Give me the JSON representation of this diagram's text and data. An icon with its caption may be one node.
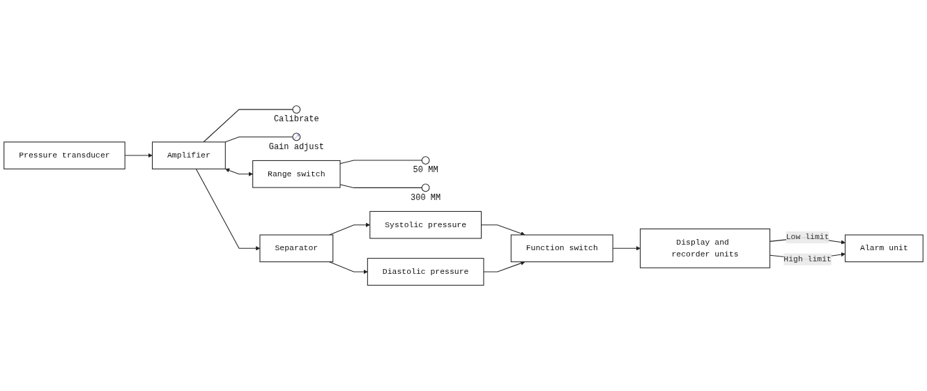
{
  "diagram": {
    "nodes": [
      {
        "text": [
          "Pressure transducer"
        ]
      },
      {
        "text": [
          "Amplifier"
        ]
      },
      {
        "text": [],
        "shape": "circle",
        "beside": [
          "Calibrate"
        ]
      },
      {
        "text": [],
        "shape": "circle",
        "beside": [
          "Gain adjust"
        ]
      },
      {
        "text": [
          "Range switch"
        ]
      },
      {
        "text": [],
        "shape": "circle",
        "beside": [
          "50 MM"
        ]
      },
      {
        "text": [],
        "shape": "circle",
        "beside": [
          "300 MM"
        ]
      },
      {
        "text": [
          "Separator"
        ]
      },
      {
        "text": [
          "Systolic pressure"
        ]
      },
      {
        "text": [
          "Diastolic pressure"
        ]
      },
      {
        "text": [
          "Function switch"
        ]
      },
      {
        "text": [
          "Display and recorder units"
        ]
      },
      {
        "text": [
          "Alarm unit"
        ]
      }
    ],
    "edges": [
      {
        "from": 0,
        "to": 1,
        "arrow": "to"
      },
      {
        "from": 1,
        "to": 2,
        "arrow": "none"
      },
      {
        "from": 1,
        "to": 3,
        "arrow": "none"
      },
      {
        "from": 1,
        "to": 4,
        "arrow": "both"
      },
      {
        "from": 4,
        "to": 5,
        "arrow": "none"
      },
      {
        "from": 4,
        "to": 6,
        "arrow": "none"
      },
      {
        "from": 1,
        "to": 7,
        "arrow": "to"
      },
      {
        "from": 7,
        "to": 8,
        "arrow": "to"
      },
      {
        "from": 7,
        "to": 9,
        "arrow": "to"
      },
      {
        "from": 8,
        "to": 10,
        "arrow": "to"
      },
      {
        "from": 9,
        "to": 10,
        "arrow": "to"
      },
      {
        "from": 10,
        "to": 11,
        "arrow": "to"
      },
      {
        "from": 11,
        "to": 12,
        "arrow": "to",
        "label": "Low limit"
      },
      {
        "from": 11,
        "to": 12,
        "arrow": "to",
        "label": "High limit"
      }
    ]
  }
}
